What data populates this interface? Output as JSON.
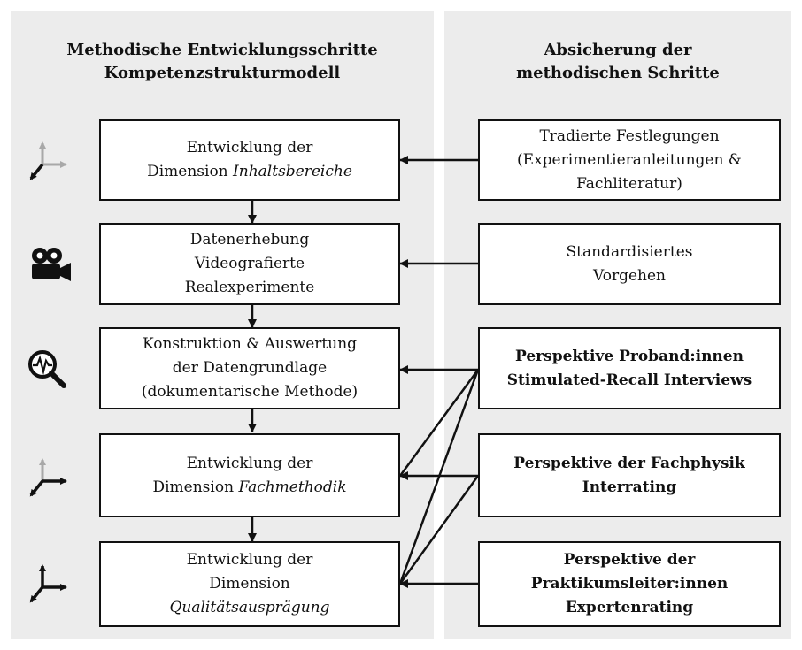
{
  "left_column": {
    "title_line1": "Methodische Entwicklungsschritte",
    "title_line2": "Kompetenzstrukturmodell",
    "steps": [
      {
        "line1": "Entwicklung der",
        "line2_plain": "Dimension ",
        "line2_italic": "Inhaltsbereiche"
      },
      {
        "line1": "Datenerhebung",
        "line2": "Videografierte",
        "line3": "Realexperimente"
      },
      {
        "line1": "Konstruktion & Auswertung",
        "line2": "der Datengrundlage",
        "line3": "(dokumentarische Methode)"
      },
      {
        "line1": "Entwicklung der",
        "line2_plain": "Dimension ",
        "line2_italic": "Fachmethodik"
      },
      {
        "line1": "Entwicklung der",
        "line2": "Dimension",
        "line3_italic": "Qualitätsausprägung"
      }
    ]
  },
  "right_column": {
    "title_line1": "Absicherung der",
    "title_line2": "methodischen Schritte",
    "items": [
      {
        "line1": "Tradierte Festlegungen",
        "line2": "(Experimentieranleitungen &",
        "line3": "Fachliteratur)"
      },
      {
        "line1": "Standardisiertes",
        "line2": "Vorgehen"
      },
      {
        "line1": "Perspektive Proband:innen",
        "line2": "Stimulated-Recall Interviews"
      },
      {
        "line1": "Perspektive der Fachphysik",
        "line2": "Interrating"
      },
      {
        "line1": "Perspektive der",
        "line2": "Praktikumsleiter:innen",
        "line3": "Expertenrating"
      }
    ]
  },
  "icons": [
    "axes-one-dimension-icon",
    "video-camera-icon",
    "magnifier-waveform-icon",
    "axes-two-dimensions-icon",
    "axes-three-dimensions-icon"
  ],
  "colors": {
    "panel": "#ececec",
    "line": "#111111",
    "faded_axis": "#a8a8a8"
  }
}
